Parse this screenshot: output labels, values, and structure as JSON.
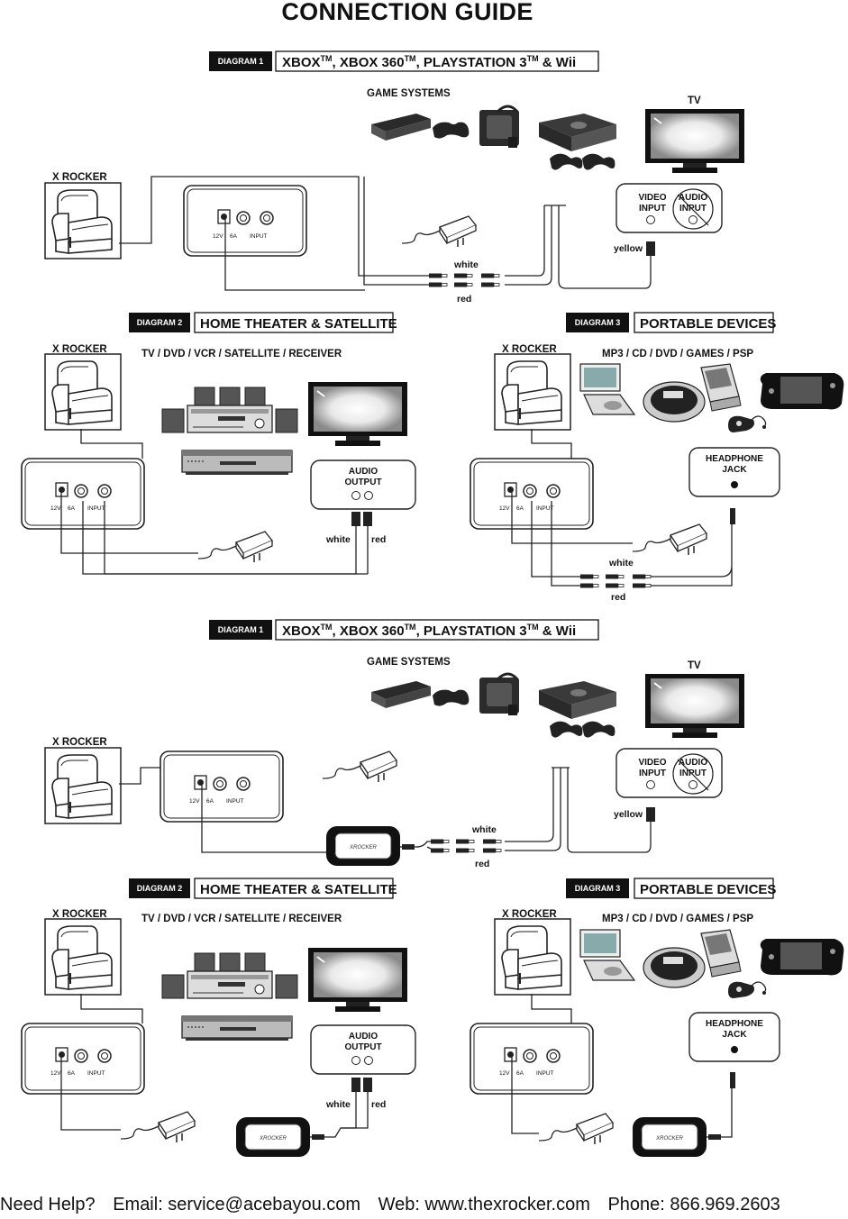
{
  "title": "CONNECTION GUIDE",
  "diagram1": {
    "badge": "DIAGRAM 1",
    "heading_parts": [
      "XBOX",
      "TM",
      ",  XBOX 360",
      "TM",
      ", PLAYSTATION 3",
      "TM",
      " & Wii"
    ],
    "game_systems": "GAME SYSTEMS",
    "tv": "TV",
    "x_rocker": "X ROCKER",
    "video_input": [
      "VIDEO",
      "INPUT"
    ],
    "audio_input": [
      "AUDIO",
      "INPUT"
    ],
    "yellow": "yellow",
    "white": "white",
    "red": "red",
    "port_12v": "12V",
    "port_6a": "6A",
    "port_input": "INPUT"
  },
  "diagram2": {
    "badge": "DIAGRAM 2",
    "heading": "HOME THEATER & SATELLITE",
    "x_rocker": "X ROCKER",
    "devices": "TV / DVD / VCR / SATELLITE / RECEIVER",
    "audio_output": [
      "AUDIO",
      "OUTPUT"
    ],
    "white": "white",
    "red": "red"
  },
  "diagram3": {
    "badge": "DIAGRAM 3",
    "heading": "PORTABLE DEVICES",
    "x_rocker": "X ROCKER",
    "devices": "MP3 / CD / DVD / GAMES / PSP",
    "headphone_jack": [
      "HEADPHONE",
      "JACK"
    ],
    "white": "white",
    "red": "red"
  },
  "footer": {
    "need_help": "Need Help?",
    "email": "Email: service@acebayou.com",
    "web": "Web: www.thexrocker.com",
    "phone": "Phone: 866.969.2603"
  }
}
